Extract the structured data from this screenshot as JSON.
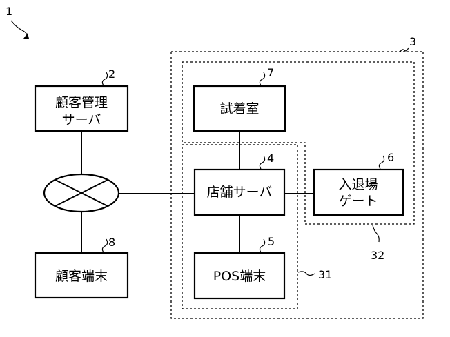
{
  "figure_ref": "1",
  "nodes": {
    "customer_server": {
      "ref": "2",
      "line1": "顧客管理",
      "line2": "サーバ"
    },
    "customer_terminal": {
      "ref": "8",
      "label": "顧客端末"
    },
    "fitting_room": {
      "ref": "7",
      "label": "試着室"
    },
    "store_server": {
      "ref": "4",
      "label": "店舗サーバ"
    },
    "gate": {
      "ref": "6",
      "line1": "入退場",
      "line2": "ゲート"
    },
    "pos_terminal": {
      "ref": "5",
      "label": "POS端末"
    }
  },
  "groups": {
    "store": {
      "ref": "3"
    },
    "group31": {
      "ref": "31"
    },
    "group32": {
      "ref": "32"
    }
  }
}
